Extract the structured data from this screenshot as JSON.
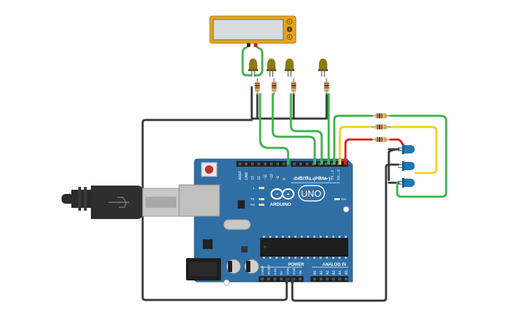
{
  "meter": {
    "button_labels": [
      "A",
      "V",
      "R"
    ]
  },
  "board": {
    "brand": "ARDUINO",
    "model": "UNO",
    "digital_header_label": "DIGITAL (PWM~)",
    "power_label": "POWER",
    "analog_label": "ANALOG IN",
    "on_label": "ON",
    "led_labels": [
      "L",
      "TX",
      "RX"
    ],
    "digital_pins": [
      "AREF",
      "GND",
      "13",
      "12",
      "~11",
      "~10",
      "~9",
      "8",
      "7",
      "~6",
      "~5",
      "4",
      "~3",
      "2",
      "TX→1",
      "RX←0"
    ],
    "power_pins": [
      "IOREF",
      "RESET",
      "3.3V",
      "5V",
      "GND",
      "GND",
      "Vin"
    ],
    "analog_pins": [
      "A0",
      "A1",
      "A2",
      "A3",
      "A4",
      "A5"
    ]
  },
  "colors": {
    "board": "#2f6fa6",
    "wire_black": "#3a3a3a",
    "wire_green": "#3cb44b",
    "wire_yellow": "#f0d020",
    "wire_red": "#e02020",
    "led_yellow": "#8c7a14",
    "led_blue": "#1f78b4",
    "meter_body": "#e6a41e",
    "meter_screen": "#d6dde0"
  }
}
